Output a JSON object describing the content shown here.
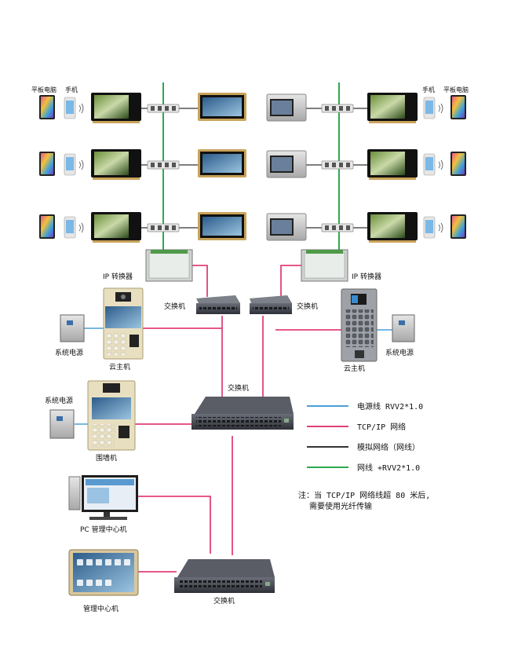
{
  "labels": {
    "tablet": "平板电脑",
    "phone": "手机",
    "ip_converter": "IP 转换器",
    "switch": "交换机",
    "power_supply": "系统电源",
    "cloud_host": "云主机",
    "wall_unit": "围墙机",
    "pc_center": "PC 管理中心机",
    "mgmt_center": "管理中心机"
  },
  "legend": [
    {
      "label": "电源线 RVV2*1.0",
      "color": "#4a9fd8"
    },
    {
      "label": "TCP/IP 网络",
      "color": "#e2407a"
    },
    {
      "label": "模拟网络（网线）",
      "color": "#333333"
    },
    {
      "label": "网线 +RVV2*1.0",
      "color": "#2ea84f"
    }
  ],
  "note": {
    "line1": "注：当 TCP/IP 网络线超 80 米后,",
    "line2": "需要使用光纤传输"
  },
  "colors": {
    "power": "#4a9fd8",
    "tcpip": "#e2407a",
    "analog": "#333333",
    "net_power": "#2ea84f"
  }
}
